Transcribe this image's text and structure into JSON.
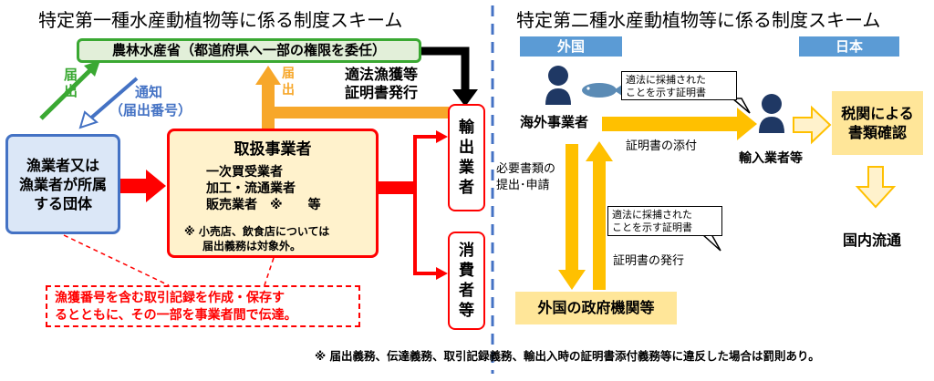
{
  "left": {
    "title": "特定第一種水産動植物等に係る制度スキーム",
    "maff_label": "農林水産省（都道府県へ一部の権限を委任）",
    "todokede": "届出",
    "tsuchi_line1": "通知",
    "tsuchi_line2": "（届出番号）",
    "todokede_handler": "届出",
    "certificate_line1": "適法漁獲等",
    "certificate_line2": "証明書発行",
    "fisher_line1": "漁業者又は",
    "fisher_line2": "漁業者が所属",
    "fisher_line3": "する団体",
    "handler_title": "取扱事業者",
    "handler_item1": "一次買受業者",
    "handler_item2": "加工・流通業者",
    "handler_item3": "販売業者　※　　等",
    "handler_note1": "※ 小売店、飲食店については",
    "handler_note2": "届出義務は対象外。",
    "exporter": [
      "輸",
      "出",
      "業",
      "者"
    ],
    "consumer": [
      "消",
      "費",
      "者",
      "等"
    ],
    "red_note_line1": "漁獲番号を含む取引記録を作成・保存す",
    "red_note_line2": "るとともに、その一部を事業者間で伝達。"
  },
  "right": {
    "title": "特定第二種水産動植物等に係る制度スキーム",
    "foreign_header": "外国",
    "japan_header": "日本",
    "overseas_operator": "海外事業者",
    "callout1_line1": "適法に採捕された",
    "callout1_line2": "ことを示す証明書",
    "attach_label": "証明書の添付",
    "importer": "輸入業者等",
    "customs_line1": "税関による",
    "customs_line2": "書類確認",
    "submit_line1": "必要書類の",
    "submit_line2": "提出･申請",
    "callout2_line1": "適法に採捕された",
    "callout2_line2": "ことを示す証明書",
    "issue_label": "証明書の発行",
    "domestic": "国内流通",
    "gov_agency": "外国の政府機関等"
  },
  "footer_note": "※ 届出義務、伝達義務、取引記録義務、輸出入時の証明書添付義務等に違反した場合は罰則あり。",
  "colors": {
    "green": "#3aa832",
    "red": "#ff0000",
    "blue": "#4472c4",
    "orange": "#f7a72a",
    "yellow": "#ffc000",
    "header_blue": "#5b9bd5",
    "fill_yellow": "#ffe699"
  },
  "icons": [
    "person-icon",
    "fish-icon"
  ]
}
